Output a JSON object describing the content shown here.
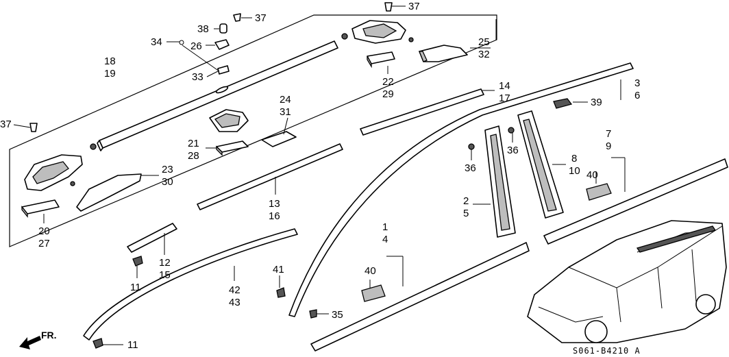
{
  "diagram_code": "S061-B4210 A",
  "direction_label": "FR.",
  "labels": {
    "l37a": "37",
    "l37b": "37",
    "l37c": "37",
    "l38": "38",
    "l34": "34",
    "l26": "26",
    "l33": "33",
    "l18": "18",
    "l19": "19",
    "l25": "25",
    "l32": "32",
    "l22": "22",
    "l29": "29",
    "l3": "3",
    "l6": "6",
    "l39": "39",
    "l14": "14",
    "l17": "17",
    "l24": "24",
    "l31": "31",
    "l21": "21",
    "l28": "28",
    "l23": "23",
    "l30": "30",
    "l20": "20",
    "l27": "27",
    "l13": "13",
    "l16": "16",
    "l7": "7",
    "l9": "9",
    "l36a": "36",
    "l36b": "36",
    "l8": "8",
    "l10": "10",
    "l40a": "40",
    "l40b": "40",
    "l2": "2",
    "l5": "5",
    "l12": "12",
    "l15": "15",
    "l11a": "11",
    "l11b": "11",
    "l1": "1",
    "l4": "4",
    "l41": "41",
    "l42": "42",
    "l43": "43",
    "l35": "35"
  }
}
